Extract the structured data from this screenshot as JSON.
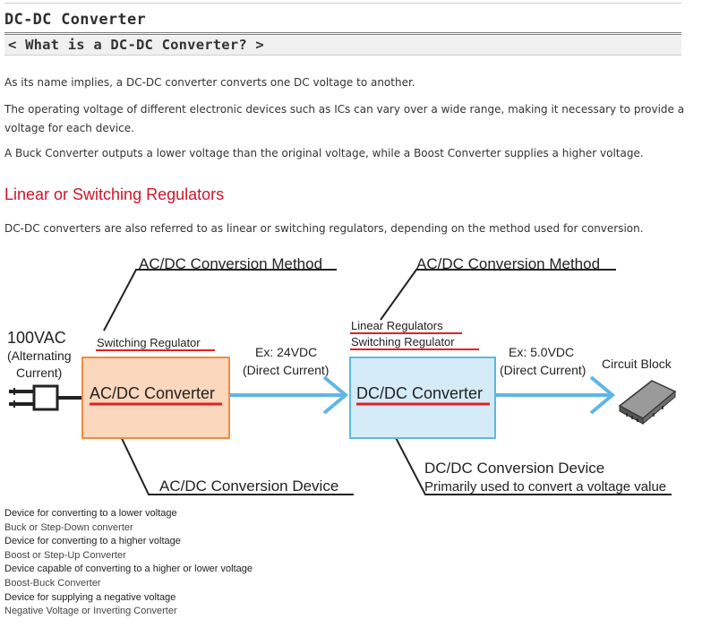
{
  "header": {
    "title": "DC-DC Converter",
    "subtitle": "< What is a DC-DC Converter? >"
  },
  "intro": [
    "As its name implies, a DC-DC converter converts one DC voltage to another.",
    "The operating voltage of different electronic devices such as ICs can vary over a wide range, making it necessary to provide a voltage for each device.",
    "A Buck Converter outputs a lower voltage than the original voltage, while a Boost Converter supplies a higher voltage."
  ],
  "section": {
    "heading": "Linear or Switching Regulators",
    "text": "DC-DC converters are also referred to as linear or switching regulators, depending on the method used for conversion."
  },
  "diagram": {
    "method_left": "AC/DC Conversion Method",
    "method_right": "AC/DC Conversion Method",
    "input_line1": "100VAC",
    "input_line2": "(Alternating",
    "input_line3": "Current)",
    "switching_regulator_left": "Switching Regulator",
    "linear_regulators": "Linear Regulators",
    "switching_regulator_right": "Switching Regulator",
    "mid_voltage": "Ex: 24VDC",
    "mid_current": "(Direct Current)",
    "out_voltage": "Ex: 5.0VDC",
    "out_current": "(Direct Current)",
    "circuit_block": "Circuit Block",
    "acdc_box": "AC/DC Converter",
    "dcdc_box": "DC/DC Converter",
    "acdc_device": "AC/DC Conversion Device",
    "dcdc_device": "DC/DC Conversion Device",
    "dcdc_device_desc": "Primarily used to convert a voltage value",
    "colors": {
      "acdc_fill": "#fbd7bd",
      "acdc_border": "#f08c42",
      "dcdc_fill": "#d5ecf8",
      "dcdc_border": "#5fb6e4",
      "arrow": "#5fb6e4",
      "underline": "#e41f26"
    }
  },
  "definitions": [
    {
      "term": "Device for converting to a lower voltage",
      "desc": "Buck or Step-Down converter"
    },
    {
      "term": "Device for converting to a higher voltage",
      "desc": "Boost or Step-Up Converter"
    },
    {
      "term": "Device capable of converting to a higher or lower voltage",
      "desc": "Boost-Buck Converter"
    },
    {
      "term": "Device for supplying a negative voltage",
      "desc": "Negative Voltage or Inverting Converter"
    }
  ]
}
